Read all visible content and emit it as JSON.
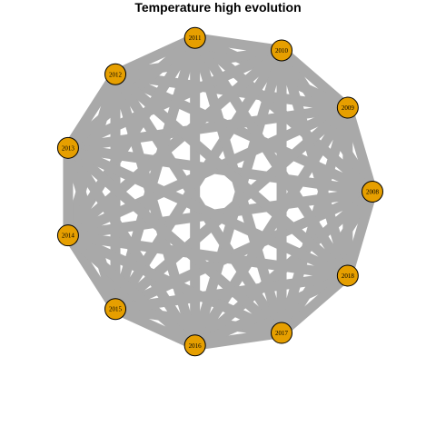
{
  "title": "Temperature high evolution",
  "colors": {
    "node_fill": "#E69F00",
    "node_stroke": "#000000",
    "edge": "#A9A9A9"
  },
  "nodes": [
    {
      "id": "2008",
      "label": "2008"
    },
    {
      "id": "2009",
      "label": "2009"
    },
    {
      "id": "2010",
      "label": "2010"
    },
    {
      "id": "2011",
      "label": "2011"
    },
    {
      "id": "2012",
      "label": "2012"
    },
    {
      "id": "2013",
      "label": "2013"
    },
    {
      "id": "2014",
      "label": "2014"
    },
    {
      "id": "2015",
      "label": "2015"
    },
    {
      "id": "2016",
      "label": "2016"
    },
    {
      "id": "2017",
      "label": "2017"
    },
    {
      "id": "2018",
      "label": "2018"
    }
  ],
  "edges": "complete"
}
